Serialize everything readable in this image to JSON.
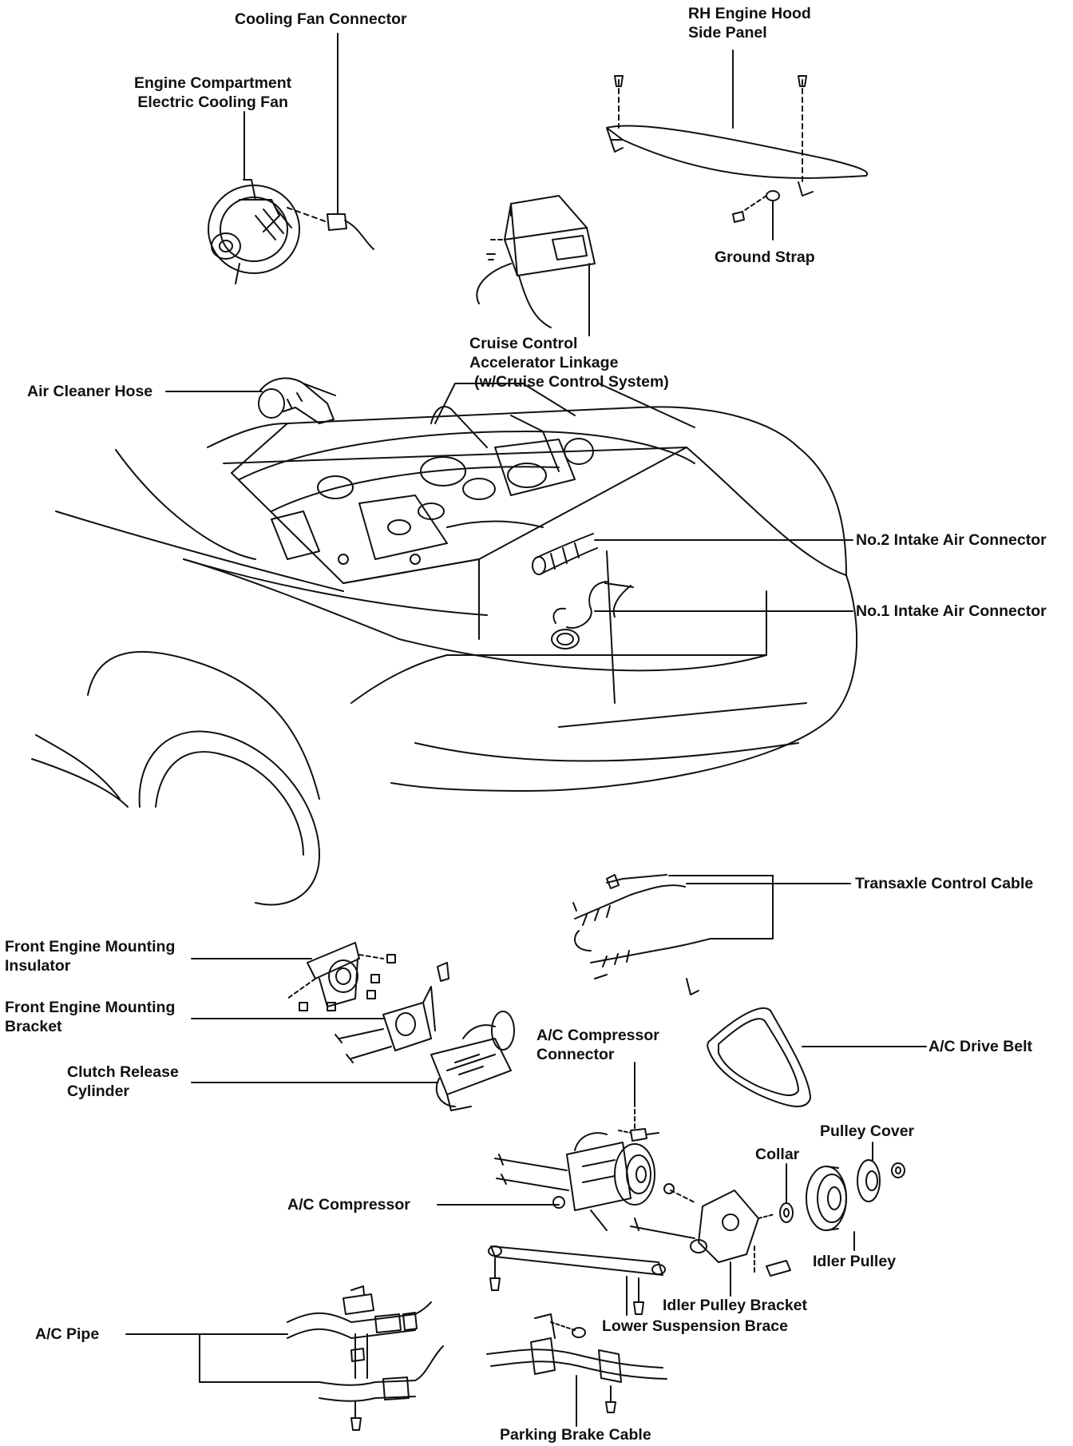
{
  "labels": {
    "cooling_fan_connector": "Cooling Fan Connector",
    "electric_cooling_fan": [
      "Engine Compartment",
      "Electric Cooling Fan"
    ],
    "rh_hood_side_panel": [
      "RH Engine Hood",
      "Side Panel"
    ],
    "ground_strap": "Ground Strap",
    "cruise_control_linkage": [
      "Cruise Control",
      "Accelerator Linkage",
      "(w/Cruise Control System)"
    ],
    "air_cleaner_hose": "Air Cleaner Hose",
    "no2_intake_air_connector": "No.2 Intake Air Connector",
    "no1_intake_air_connector": "No.1 Intake Air Connector",
    "transaxle_control_cable": "Transaxle Control Cable",
    "front_engine_mounting_insulator": [
      "Front Engine Mounting",
      "Insulator"
    ],
    "front_engine_mounting_bracket": [
      "Front Engine Mounting",
      "Bracket"
    ],
    "clutch_release_cylinder": [
      "Clutch Release",
      "Cylinder"
    ],
    "ac_compressor_connector": [
      "A/C Compressor",
      "Connector"
    ],
    "ac_drive_belt": "A/C Drive Belt",
    "pulley_cover": "Pulley Cover",
    "collar": "Collar",
    "ac_compressor": "A/C Compressor",
    "idler_pulley": "Idler Pulley",
    "idler_pulley_bracket": "Idler Pulley Bracket",
    "lower_suspension_brace": "Lower Suspension Brace",
    "ac_pipe": "A/C Pipe",
    "parking_brake_cable": "Parking Brake Cable"
  },
  "colors": {
    "ink": "#111111",
    "paper": "#ffffff"
  }
}
